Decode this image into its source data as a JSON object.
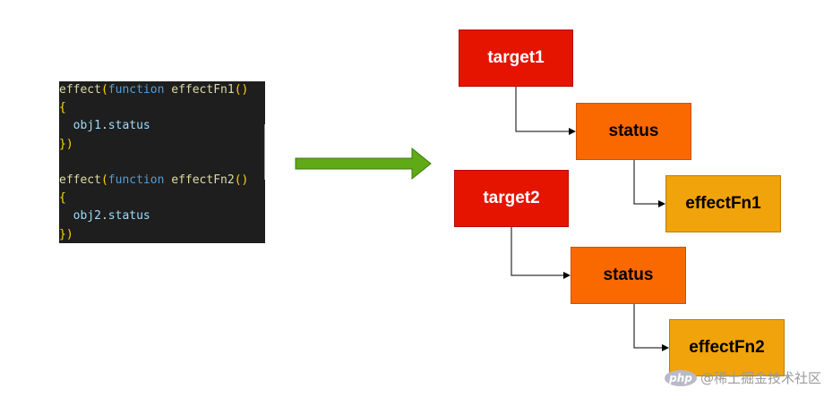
{
  "code": {
    "lines": [
      [
        {
          "t": "effect",
          "c": "kw-fn"
        },
        {
          "t": "(",
          "c": "br"
        },
        {
          "t": "function ",
          "c": "kw"
        },
        {
          "t": "effectFn1",
          "c": "kw-fn"
        },
        {
          "t": "()",
          "c": "br"
        }
      ],
      [
        {
          "t": "{",
          "c": "br"
        }
      ],
      [
        {
          "t": "  ",
          "c": "plain"
        },
        {
          "t": "obj1",
          "c": "var"
        },
        {
          "t": ".",
          "c": "plain"
        },
        {
          "t": "status",
          "c": "var"
        }
      ],
      [
        {
          "t": "})",
          "c": "br"
        }
      ],
      [],
      [
        {
          "t": "effect",
          "c": "kw-fn"
        },
        {
          "t": "(",
          "c": "br"
        },
        {
          "t": "function ",
          "c": "kw"
        },
        {
          "t": "effectFn2",
          "c": "kw-fn"
        },
        {
          "t": "()",
          "c": "br"
        }
      ],
      [
        {
          "t": "{",
          "c": "br"
        }
      ],
      [
        {
          "t": "  ",
          "c": "plain"
        },
        {
          "t": "obj2",
          "c": "var"
        },
        {
          "t": ".",
          "c": "plain"
        },
        {
          "t": "status",
          "c": "var"
        }
      ],
      [
        {
          "t": "})",
          "c": "br"
        }
      ]
    ]
  },
  "nodes": {
    "target1": "target1",
    "status1": "status",
    "effectFn1": "effectFn1",
    "target2": "target2",
    "status2": "status",
    "effectFn2": "effectFn2"
  },
  "colors": {
    "arrow": "#5a9a1e",
    "target": "#e51400",
    "status": "#fa6800",
    "effect": "#f0a30a"
  },
  "watermark": {
    "logo": "php",
    "text": "@稀土掘金技术社区"
  }
}
